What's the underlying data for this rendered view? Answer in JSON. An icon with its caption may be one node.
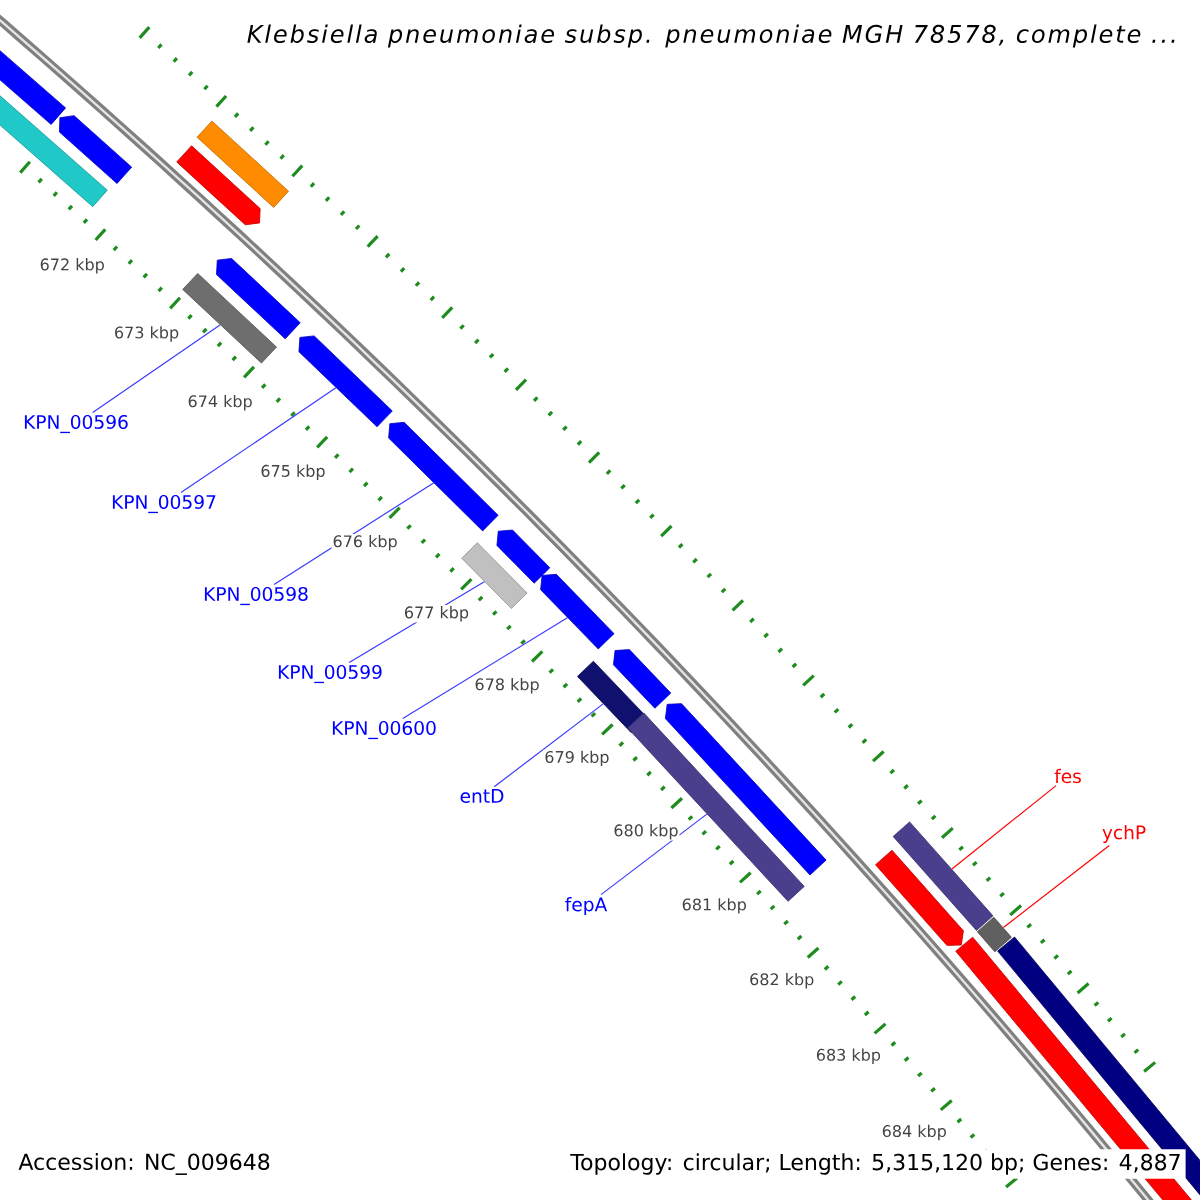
{
  "diagram": {
    "title": "Klebsiella pneumoniae subsp. pneumoniae MGH 78578, complete ...",
    "nodes": [
      {
        "text": [],
        "shape": "bar"
      },
      {
        "text": [],
        "shape": "bar"
      },
      {
        "text": [],
        "shape": "bar"
      },
      {
        "text": [],
        "shape": "bar"
      },
      {
        "text": [],
        "shape": "bar"
      },
      {
        "text": [],
        "shape": "bar"
      },
      {
        "text": [],
        "shape": "bar"
      },
      {
        "text": [],
        "shape": "bar"
      },
      {
        "text": [],
        "shape": "bar"
      },
      {
        "text": [],
        "shape": "bar"
      },
      {
        "text": [],
        "shape": "bar"
      },
      {
        "text": [],
        "shape": "bar"
      },
      {
        "text": [],
        "shape": "bar"
      },
      {
        "text": [],
        "shape": "bar"
      },
      {
        "text": [],
        "shape": "bar"
      },
      {
        "text": [],
        "shape": "bar"
      },
      {
        "text": [],
        "shape": "bar"
      },
      {
        "text": [],
        "shape": "bar"
      },
      {
        "text": [],
        "shape": "bar"
      },
      {
        "text": [],
        "shape": "bar"
      },
      {
        "text": [],
        "shape": "bar"
      },
      {
        "text": [
          "KPN_00596"
        ]
      },
      {
        "text": [
          "KPN_00597"
        ]
      },
      {
        "text": [
          "KPN_00598"
        ]
      },
      {
        "text": [
          "KPN_00599"
        ]
      },
      {
        "text": [
          "KPN_00600"
        ]
      },
      {
        "text": [
          "entD"
        ]
      },
      {
        "text": [
          "fepA"
        ]
      },
      {
        "text": [
          "fes"
        ]
      },
      {
        "text": [
          "ychP"
        ]
      }
    ],
    "edges": [
      {
        "from": 21,
        "to": 5,
        "arrow": "none"
      },
      {
        "from": 22,
        "to": 7,
        "arrow": "none"
      },
      {
        "from": 23,
        "to": 8,
        "arrow": "none"
      },
      {
        "from": 24,
        "to": 9,
        "arrow": "none"
      },
      {
        "from": 25,
        "to": 11,
        "arrow": "none"
      },
      {
        "from": 26,
        "to": 12,
        "arrow": "none"
      },
      {
        "from": 27,
        "to": 15,
        "arrow": "none"
      },
      {
        "from": 28,
        "to": 18,
        "arrow": "none",
        "color": "#ff0000"
      },
      {
        "from": 29,
        "to": 19,
        "arrow": "none",
        "color": "#ff0000"
      }
    ],
    "labels": [
      "672 kbp",
      "673 kbp",
      "674 kbp",
      "675 kbp",
      "676 kbp",
      "677 kbp",
      "678 kbp",
      "679 kbp",
      "680 kbp",
      "681 kbp",
      "682 kbp",
      "683 kbp",
      "684 kbp",
      "Accession: NC_009648",
      "Topology: circular; Length: 5,315,120 bp; Genes: 4,887"
    ]
  }
}
